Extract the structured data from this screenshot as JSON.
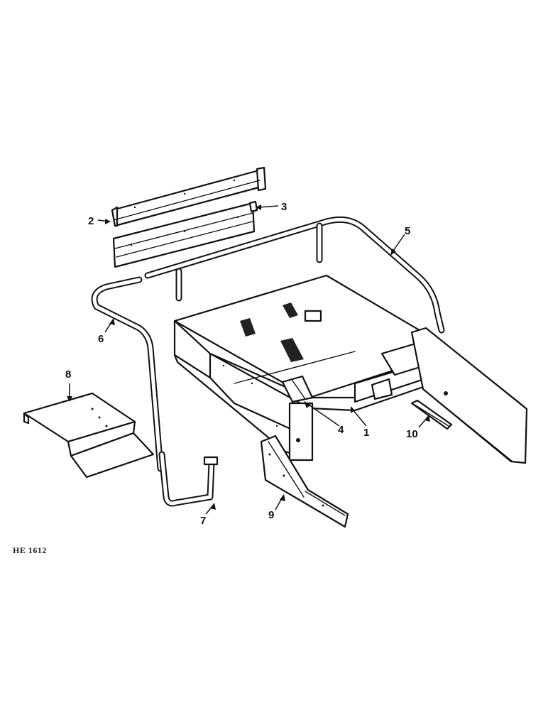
{
  "figure_code": "HE 1612",
  "callouts": {
    "c1": "1",
    "c2": "2",
    "c3": "3",
    "c4": "4",
    "c5": "5",
    "c6": "6",
    "c7": "7",
    "c8": "8",
    "c9": "9",
    "c10": "10"
  }
}
